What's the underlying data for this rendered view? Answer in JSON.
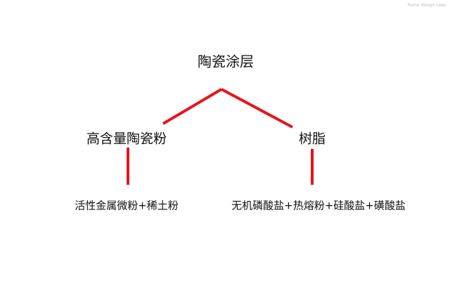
{
  "root": "陶瓷涂层",
  "children": [
    {
      "label": "高含量陶瓷粉",
      "child": "活性金属微粉+稀土粉"
    },
    {
      "label": "树脂",
      "child": "无机磷酸盐+热熔粉+硅酸盐+磺酸盐"
    }
  ],
  "watermark": "home design case",
  "colors": {
    "connector": "#e8141b",
    "text": "#111111"
  }
}
